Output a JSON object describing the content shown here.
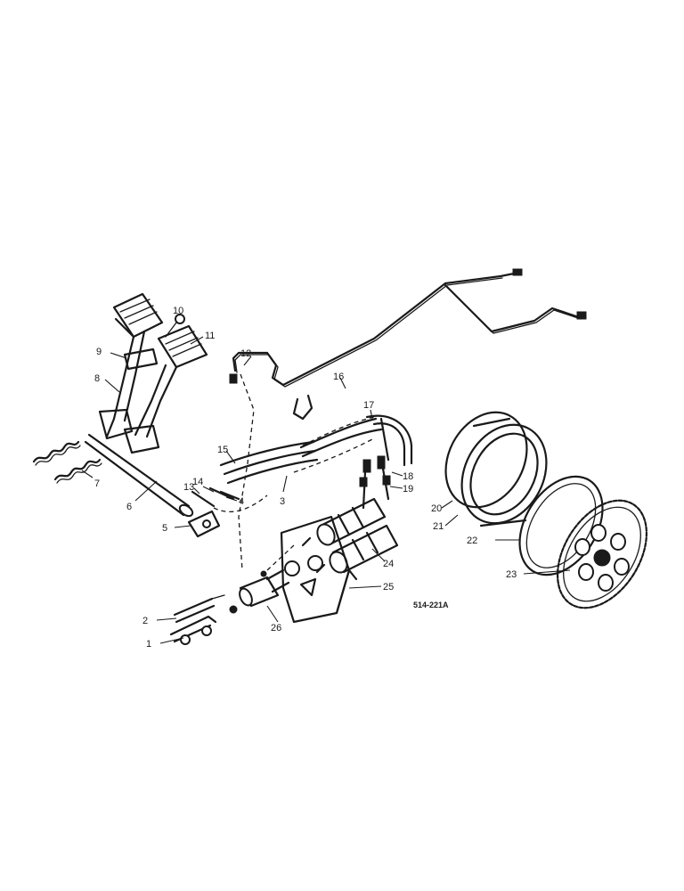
{
  "callouts": {
    "c1": "1",
    "c2": "2",
    "c3": "3",
    "c4": "4",
    "c5": "5",
    "c6": "6",
    "c7": "7",
    "c8": "8",
    "c9": "9",
    "c10": "10",
    "c11": "11",
    "c12": "12",
    "c13": "13",
    "c14": "14",
    "c15": "15",
    "c16": "16",
    "c17": "17",
    "c18": "18",
    "c19": "19",
    "c20": "20",
    "c21": "21",
    "c22": "22",
    "c23": "23",
    "c24": "24",
    "c25": "25",
    "c26": "26"
  },
  "reference": "514-221A",
  "ink_color": "#1a1a1a",
  "background_color": "#ffffff"
}
